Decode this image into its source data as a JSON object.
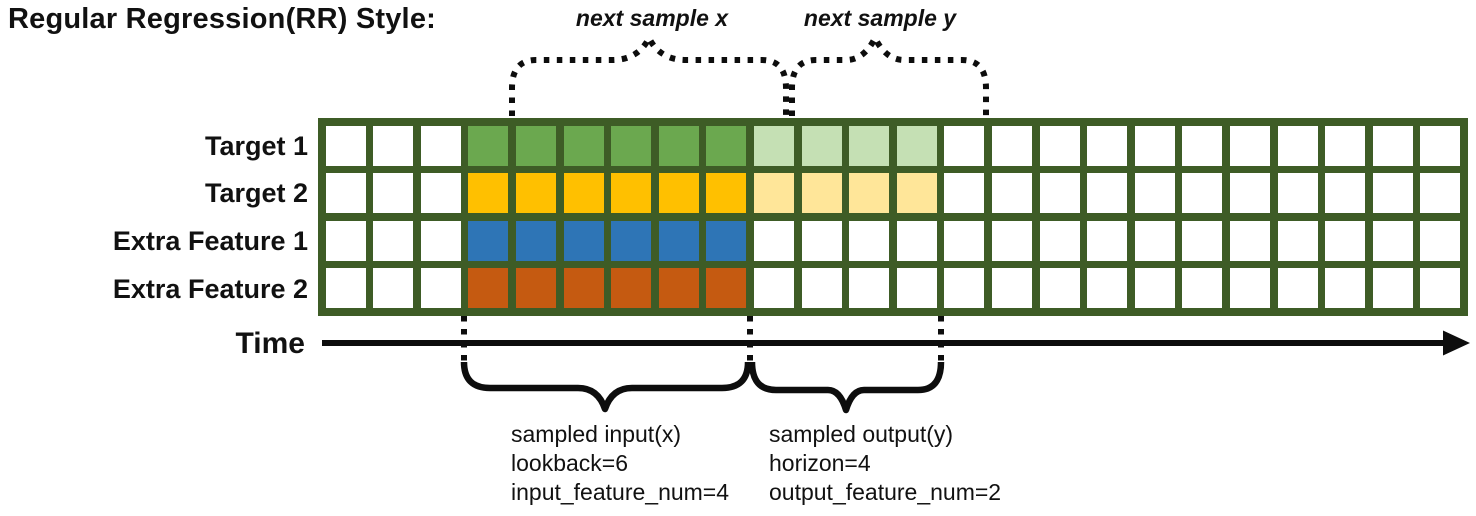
{
  "title": "Regular Regression(RR) Style:",
  "annotations": {
    "next_sample_x": "next sample x",
    "next_sample_y": "next sample y"
  },
  "time_axis": {
    "label": "Time"
  },
  "grid": {
    "columns": 24,
    "empty_leading_cols": 3,
    "lookback": 6,
    "horizon": 4,
    "rows": [
      {
        "label": "Target 1",
        "input_color": "#6BA84F",
        "output_color": "#C5E0B4"
      },
      {
        "label": "Target 2",
        "input_color": "#FFC000",
        "output_color": "#FFE699"
      },
      {
        "label": "Extra Feature 1",
        "input_color": "#2E75B6",
        "output_color": null
      },
      {
        "label": "Extra Feature 2",
        "input_color": "#C55A11",
        "output_color": null
      }
    ],
    "colors": {
      "grid_line": "#3E5C26",
      "empty_cell": "#FFFFFF"
    }
  },
  "sample_labels": {
    "input": {
      "lines": [
        "sampled input(x)",
        "lookback=6",
        "input_feature_num=4"
      ]
    },
    "output": {
      "lines": [
        "sampled output(y)",
        "horizon=4",
        "output_feature_num=2"
      ]
    }
  }
}
